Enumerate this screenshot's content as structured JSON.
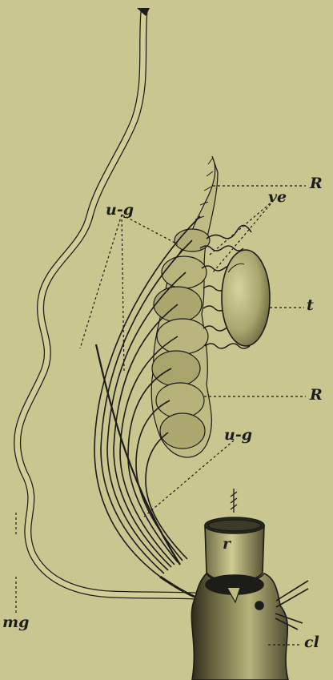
{
  "labels": {
    "R_top": "R",
    "ve": "ve",
    "u_g_top": "u-g",
    "t": "t",
    "R_bottom": "R",
    "u_g_bottom": "u-g",
    "r": "r",
    "mg": "mg",
    "cl": "cl"
  },
  "colors": {
    "background": "#c9c68f",
    "ink": "#1c1c18",
    "organ_fill": "#b8b47a",
    "shadow_fill": "#8d8a58",
    "dark_fill": "#3d3b27"
  }
}
